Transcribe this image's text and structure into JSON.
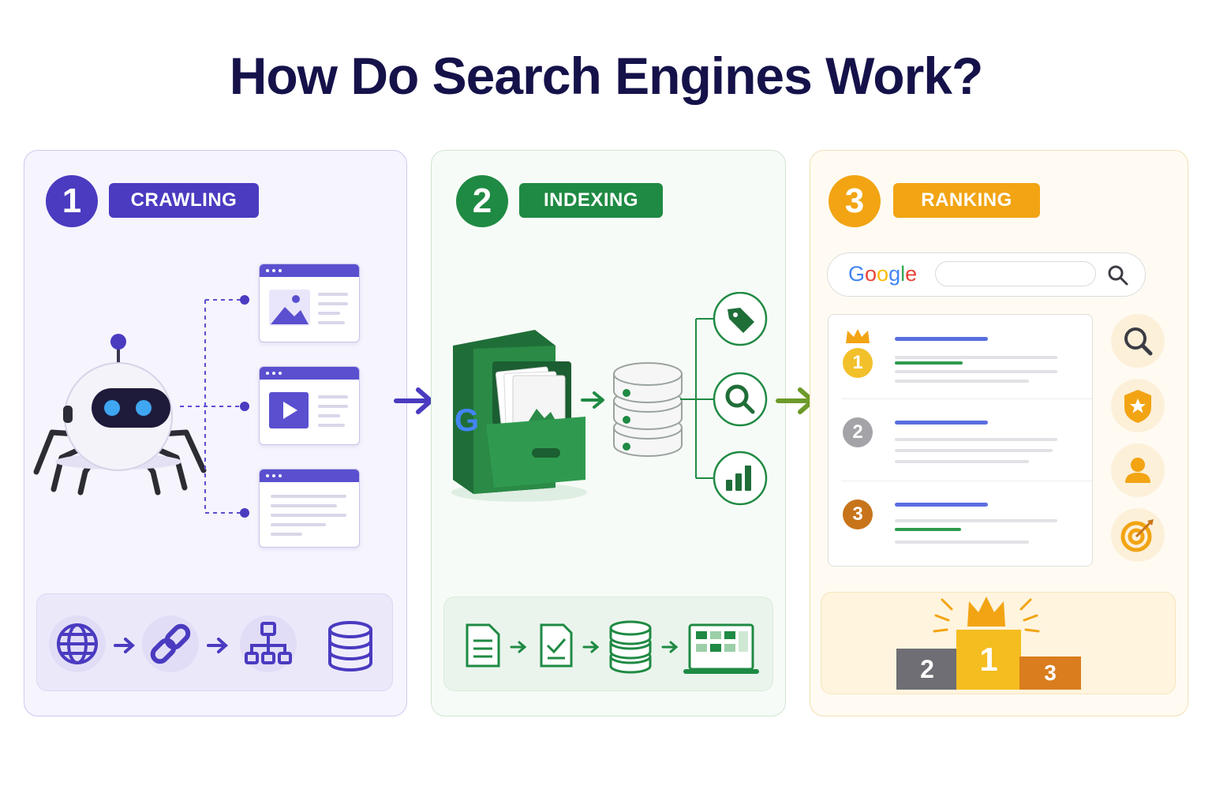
{
  "title": "How Do Search Engines Work?",
  "steps": [
    {
      "number": "1",
      "label": "CRAWLING",
      "color": "#4a3bc0"
    },
    {
      "number": "2",
      "label": "INDEXING",
      "color": "#1f8a43"
    },
    {
      "number": "3",
      "label": "RANKING",
      "color": "#f2a413"
    }
  ],
  "search": {
    "brand": [
      "G",
      "o",
      "o",
      "g",
      "l",
      "e"
    ]
  },
  "results": [
    {
      "rank": "1",
      "color": "#f2a413"
    },
    {
      "rank": "2",
      "color": "#a3a3a8"
    },
    {
      "rank": "3",
      "color": "#c8741a"
    }
  ],
  "podium": {
    "first": "1",
    "second": "2",
    "third": "3"
  },
  "icons": {
    "crawling": [
      "robot-spider-icon",
      "webpage-image-icon",
      "webpage-video-icon",
      "webpage-text-icon",
      "globe-icon",
      "link-icon",
      "sitemap-icon",
      "database-icon"
    ],
    "indexing": [
      "filing-cabinet-icon",
      "database-icon",
      "tag-icon",
      "search-icon",
      "bar-chart-icon",
      "document-icon",
      "checked-document-icon",
      "database-icon",
      "laptop-icon"
    ],
    "ranking": [
      "search-icon",
      "badge-star-icon",
      "user-icon",
      "target-icon",
      "crown-icon",
      "podium-icon"
    ]
  }
}
